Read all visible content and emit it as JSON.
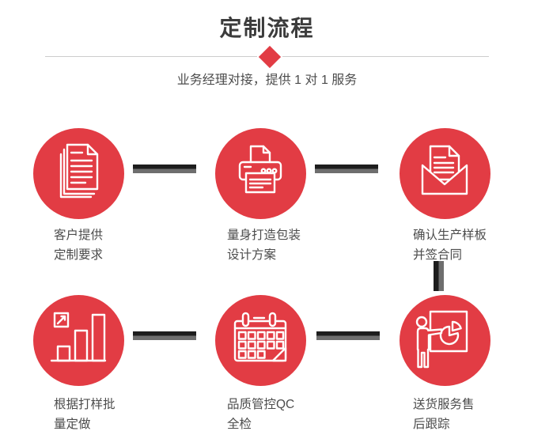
{
  "header": {
    "title": "定制流程",
    "subtitle": "业务经理对接，提供 1 对 1 服务"
  },
  "steps": [
    {
      "icon": "documents-icon",
      "lines": [
        "客户提供",
        "定制要求"
      ]
    },
    {
      "icon": "printer-icon",
      "lines": [
        "量身打造包装",
        "设计方案"
      ]
    },
    {
      "icon": "envelope-icon",
      "lines": [
        "确认生产样板",
        "并签合同"
      ]
    },
    {
      "icon": "bar-chart-icon",
      "lines": [
        "根据打样批",
        "量定做"
      ]
    },
    {
      "icon": "calendar-icon",
      "lines": [
        "品质管控QC",
        "全检"
      ]
    },
    {
      "icon": "presentation-icon",
      "lines": [
        "送货服务售",
        "后跟踪"
      ]
    }
  ],
  "colors": {
    "accent_red": "#e23c44",
    "title_text": "#3c3c3c",
    "body_text": "#4c4c4c",
    "divider": "#cccccc",
    "connector_dark": "#1d1d1d",
    "connector_light": "#6e6e6e"
  }
}
